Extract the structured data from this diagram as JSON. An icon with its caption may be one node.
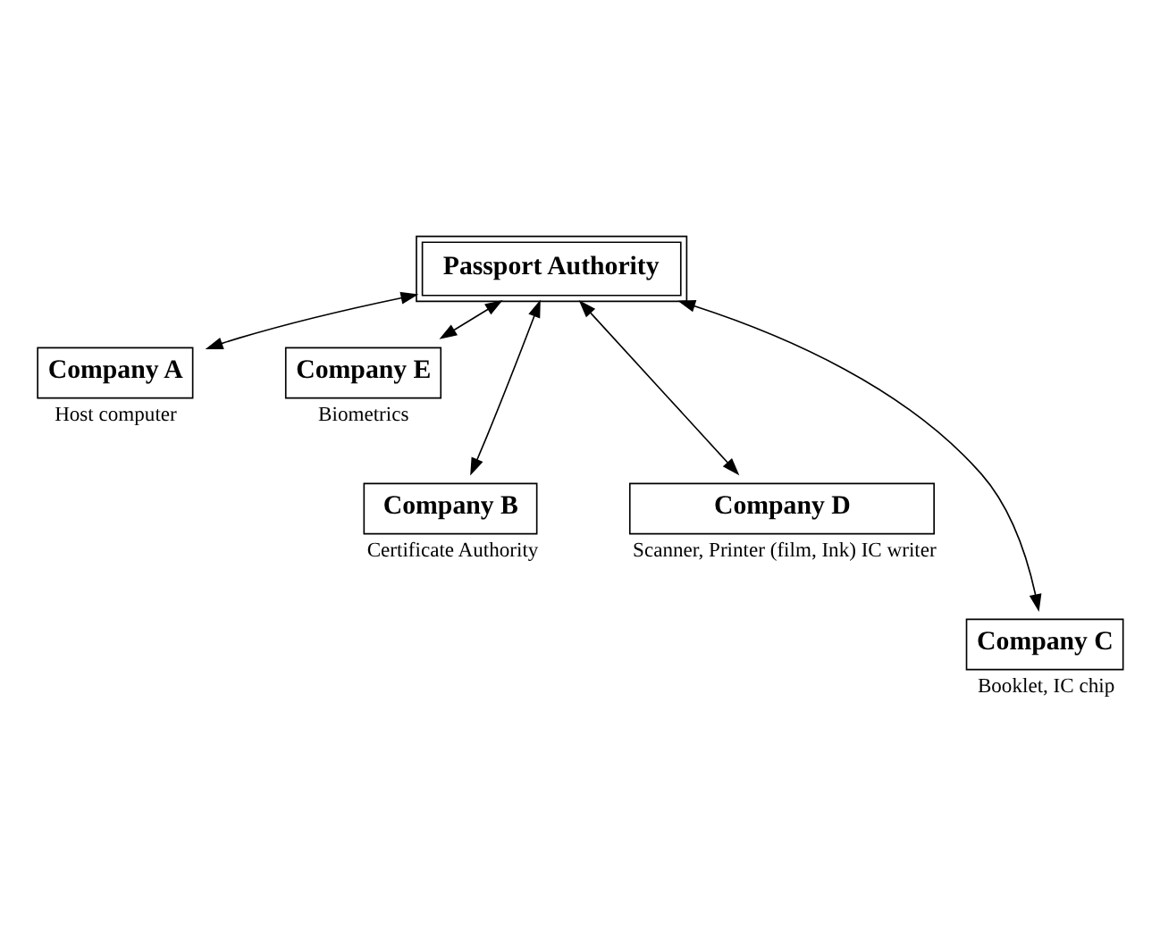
{
  "diagram": {
    "nodes": [
      {
        "text": [
          "Passport Authority"
        ]
      },
      {
        "text": [
          "Company A"
        ],
        "beside": [
          "Host computer"
        ]
      },
      {
        "text": [
          "Company E"
        ],
        "beside": [
          "Biometrics"
        ]
      },
      {
        "text": [
          "Company B"
        ],
        "beside": [
          "Certificate Authority"
        ]
      },
      {
        "text": [
          "Company D"
        ],
        "beside": [
          "Scanner, Printer (film, Ink) IC writer"
        ]
      },
      {
        "text": [
          "Company C"
        ],
        "beside": [
          "Booklet, IC chip"
        ]
      }
    ],
    "edges": [
      {
        "from": 0,
        "to": 1,
        "arrow": "both"
      },
      {
        "from": 0,
        "to": 3,
        "arrow": "both"
      },
      {
        "from": 0,
        "to": 5,
        "arrow": "both"
      },
      {
        "from": 0,
        "to": 4,
        "arrow": "both"
      },
      {
        "from": 0,
        "to": 2,
        "arrow": "both"
      }
    ]
  }
}
